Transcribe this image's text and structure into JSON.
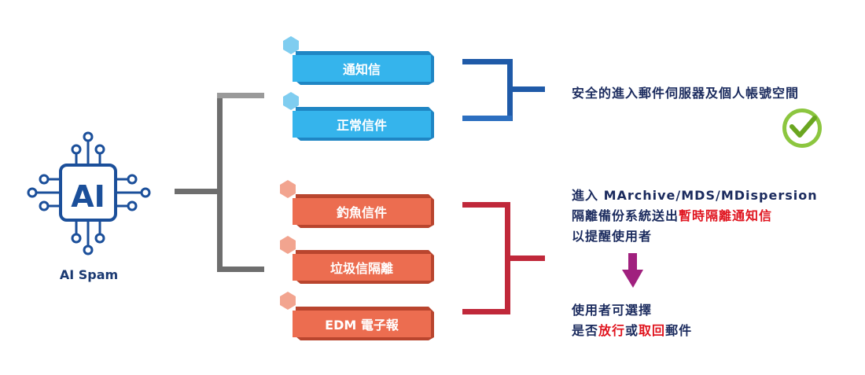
{
  "source": {
    "label": "AI Spam",
    "icon_text": "AI"
  },
  "categories": {
    "safe": [
      {
        "label": "通知信"
      },
      {
        "label": "正常信件"
      }
    ],
    "quarantine": [
      {
        "label": "釣魚信件"
      },
      {
        "label": "垃圾信隔離"
      },
      {
        "label": "EDM 電子報"
      }
    ]
  },
  "outcomes": {
    "safe_text": "安全的進入郵件伺服器及個人帳號空間",
    "quarantine_line1": "進入 MArchive/MDS/MDispersion",
    "quarantine_line2_prefix": "隔離備份系統送出",
    "quarantine_line2_highlight": "暫時隔離通知信",
    "quarantine_line3": "以提醒使用者",
    "choice_line1": "使用者可選擇",
    "choice_line2_a": "是否",
    "choice_line2_b": "放行",
    "choice_line2_c": "或",
    "choice_line2_d": "取回",
    "choice_line2_e": "郵件"
  },
  "colors": {
    "blue": "#35b4ec",
    "orange": "#ec6d50",
    "gray": "#6e6e6e",
    "blue_bracket": "#1f5aa8",
    "red_bracket": "#c0283a",
    "arrow": "#a0207e",
    "check": "#8cc63f"
  }
}
